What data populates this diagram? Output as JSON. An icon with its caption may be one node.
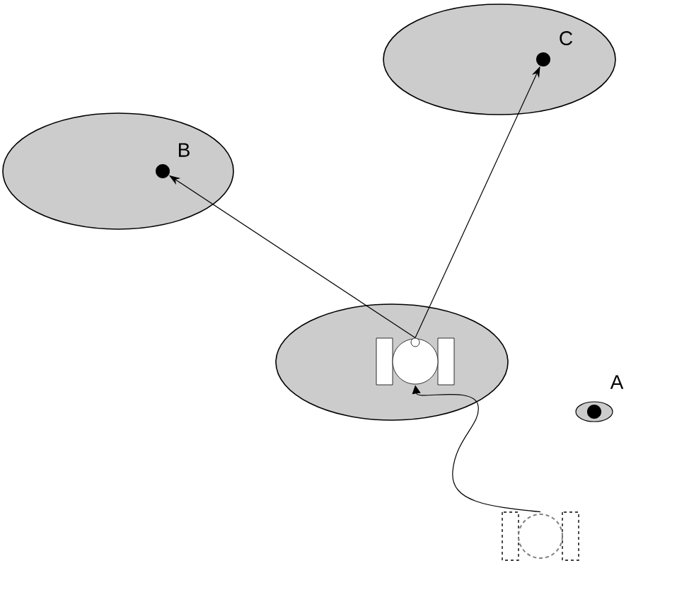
{
  "diagram": {
    "nodes": [
      {
        "text": [],
        "shape": "ellipse"
      },
      {
        "text": [],
        "shape": "circle",
        "in": 0,
        "beside": [
          "C"
        ]
      },
      {
        "text": [],
        "shape": "ellipse"
      },
      {
        "text": [],
        "shape": "circle",
        "in": 2,
        "beside": [
          "B"
        ]
      },
      {
        "text": [],
        "shape": "ellipse"
      },
      {
        "text": [],
        "shape": "robot",
        "in": 4
      },
      {
        "text": [],
        "shape": "eye",
        "beside": [
          "A"
        ]
      },
      {
        "text": [],
        "shape": "robot"
      }
    ],
    "edges": [
      {
        "from": 5,
        "to": 3,
        "arrow": "to"
      },
      {
        "from": 5,
        "to": 1,
        "arrow": "to"
      },
      {
        "from": 7,
        "to": 5,
        "arrow": "to"
      }
    ]
  }
}
